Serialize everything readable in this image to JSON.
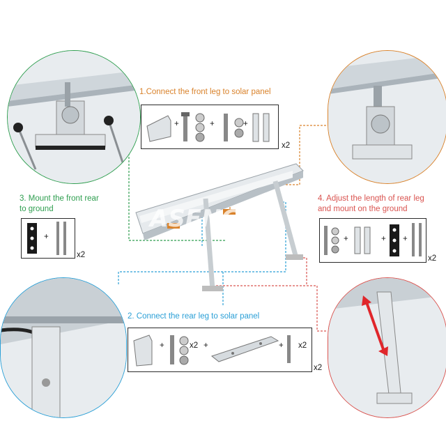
{
  "steps": {
    "step1": {
      "label": "1.Connect the front leg to solar panel",
      "multiplier": "x2",
      "color": "#d9822b"
    },
    "step2": {
      "label": "2. Connect the rear leg to solar panel",
      "multiplier": "x2",
      "inner_multiplier_a": "x2",
      "inner_multiplier_b": "x2",
      "color": "#2a9fd6"
    },
    "step3": {
      "label_line1": "3. Mount the front rear",
      "label_line2": "to ground",
      "multiplier": "x2",
      "color": "#2e9e4f"
    },
    "step4": {
      "label_line1": "4. Adjust the length of rear leg",
      "label_line2": "and mount on the ground",
      "multiplier": "x2",
      "color": "#d9534f"
    }
  },
  "plus": "+",
  "watermark": "ASENG",
  "colors": {
    "orange": "#d9822b",
    "green": "#2e9e4f",
    "blue": "#2a9fd6",
    "red": "#d9534f",
    "arrow_red": "#e0262b"
  }
}
